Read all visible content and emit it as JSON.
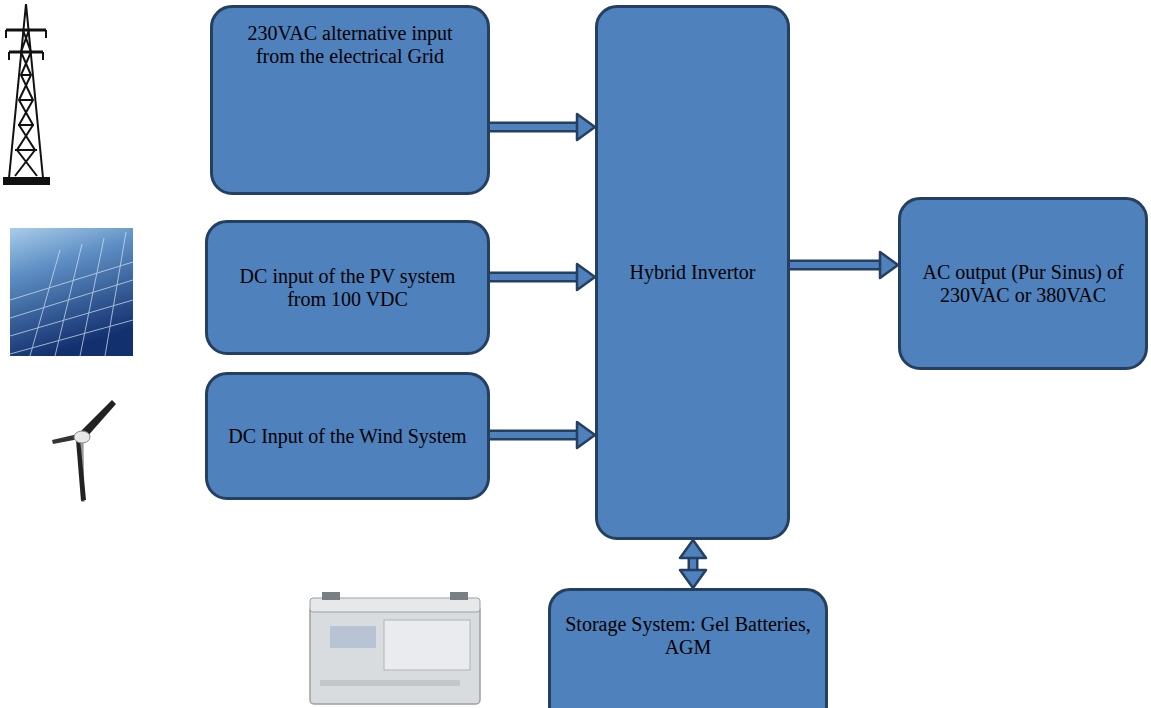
{
  "diagram": {
    "nodes": [
      {
        "text": [
          "230VAC alternative input from the electrical Grid"
        ]
      },
      {
        "text": [
          "DC input of the PV system from 100 VDC"
        ]
      },
      {
        "text": [
          "DC Input of the Wind System"
        ]
      },
      {
        "text": [
          "Hybrid Invertor"
        ]
      },
      {
        "text": [
          "AC output (Pur Sinus) of 230VAC or 380VAC"
        ]
      },
      {
        "text": [
          "Storage System: Gel Batteries, AGM"
        ]
      }
    ],
    "edges": [
      {
        "from": 0,
        "to": 3,
        "arrow": "to"
      },
      {
        "from": 1,
        "to": 3,
        "arrow": "to"
      },
      {
        "from": 2,
        "to": 3,
        "arrow": "to"
      },
      {
        "from": 3,
        "to": 4,
        "arrow": "to"
      },
      {
        "from": 3,
        "to": 5,
        "arrow": "both"
      }
    ]
  }
}
